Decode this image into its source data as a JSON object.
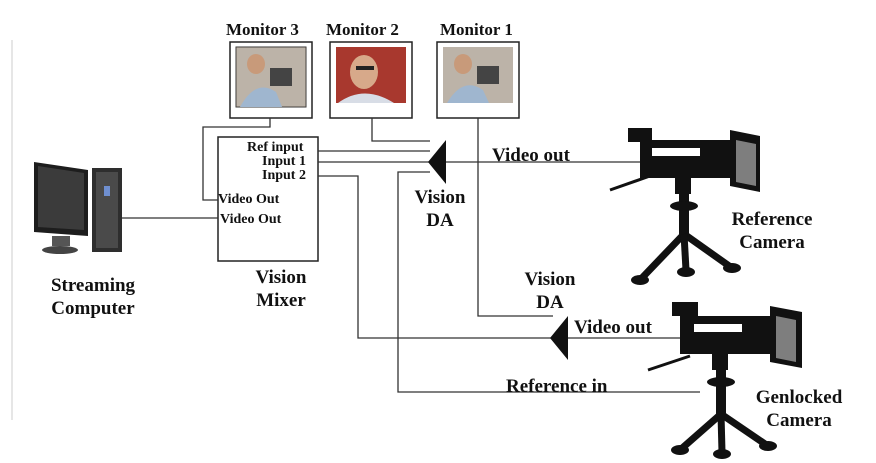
{
  "monitors": [
    {
      "label": "Monitor 3"
    },
    {
      "label": "Monitor 2"
    },
    {
      "label": "Monitor 1"
    }
  ],
  "mixer": {
    "ports_right": [
      "Ref input",
      "Input 1",
      "Input 2"
    ],
    "ports_left": [
      "Video Out",
      "Video Out"
    ],
    "label_line1": "Vision",
    "label_line2": "Mixer"
  },
  "computer": {
    "line1": "Streaming",
    "line2": "Computer"
  },
  "da_upper": {
    "line1": "Vision",
    "line2": "DA"
  },
  "da_lower": {
    "line1": "Vision",
    "line2": "DA"
  },
  "reference_camera": {
    "line1": "Reference",
    "line2": "Camera",
    "signal": "Video out"
  },
  "genlocked_camera": {
    "line1": "Genlocked",
    "line2": "Camera",
    "signal": "Video out",
    "reference": "Reference in"
  }
}
